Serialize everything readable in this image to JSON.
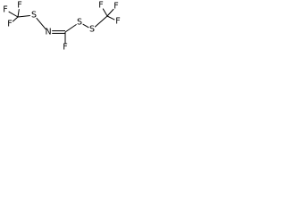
{
  "structure": {
    "atoms": [
      {
        "id": "f1",
        "label": "F"
      },
      {
        "id": "f2",
        "label": "F"
      },
      {
        "id": "f3",
        "label": "F"
      },
      {
        "id": "c1"
      },
      {
        "id": "s1",
        "label": "S"
      },
      {
        "id": "n1",
        "label": "N"
      },
      {
        "id": "c2"
      },
      {
        "id": "f4",
        "label": "F"
      },
      {
        "id": "s2",
        "label": "S"
      },
      {
        "id": "s3",
        "label": "S"
      },
      {
        "id": "c3"
      },
      {
        "id": "f5",
        "label": "F"
      },
      {
        "id": "f6",
        "label": "F"
      },
      {
        "id": "f7",
        "label": "F"
      }
    ],
    "bonds": [
      {
        "from": "f1",
        "to": "c1",
        "order": 1
      },
      {
        "from": "f2",
        "to": "c1",
        "order": 1
      },
      {
        "from": "f3",
        "to": "c1",
        "order": 1
      },
      {
        "from": "c1",
        "to": "s1",
        "order": 1
      },
      {
        "from": "s1",
        "to": "n1",
        "order": 1
      },
      {
        "from": "n1",
        "to": "c2",
        "order": 2
      },
      {
        "from": "c2",
        "to": "f4",
        "order": 1
      },
      {
        "from": "c2",
        "to": "s2",
        "order": 1
      },
      {
        "from": "s2",
        "to": "s3",
        "order": 1
      },
      {
        "from": "s3",
        "to": "c3",
        "order": 1
      },
      {
        "from": "c3",
        "to": "f5",
        "order": 1
      },
      {
        "from": "c3",
        "to": "f6",
        "order": 1
      },
      {
        "from": "c3",
        "to": "f7",
        "order": 1
      }
    ]
  }
}
